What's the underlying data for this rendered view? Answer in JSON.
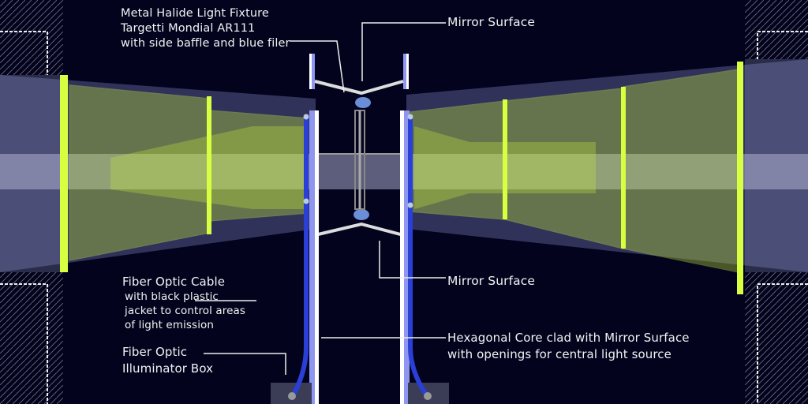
{
  "labels": {
    "fixture": [
      "Metal Halide Light Fixture",
      "Targetti Mondial AR111",
      "with side baffle and blue filer"
    ],
    "mirror_top": "Mirror Surface",
    "mirror_bottom": "Mirror Surface",
    "fiber_cable": [
      "Fiber Optic Cable",
      "with black plastic",
      "jacket to control areas",
      "of light emission"
    ],
    "illuminator": [
      "Fiber Optic",
      "Illuminator Box"
    ],
    "core": [
      "Hexagonal Core clad with Mirror Surface",
      "with openings for central light source"
    ]
  },
  "colors": {
    "background": "#03031e",
    "panel": "#c8f03c",
    "cable": "#2a3fd6",
    "beam": "#8a8cc8"
  }
}
